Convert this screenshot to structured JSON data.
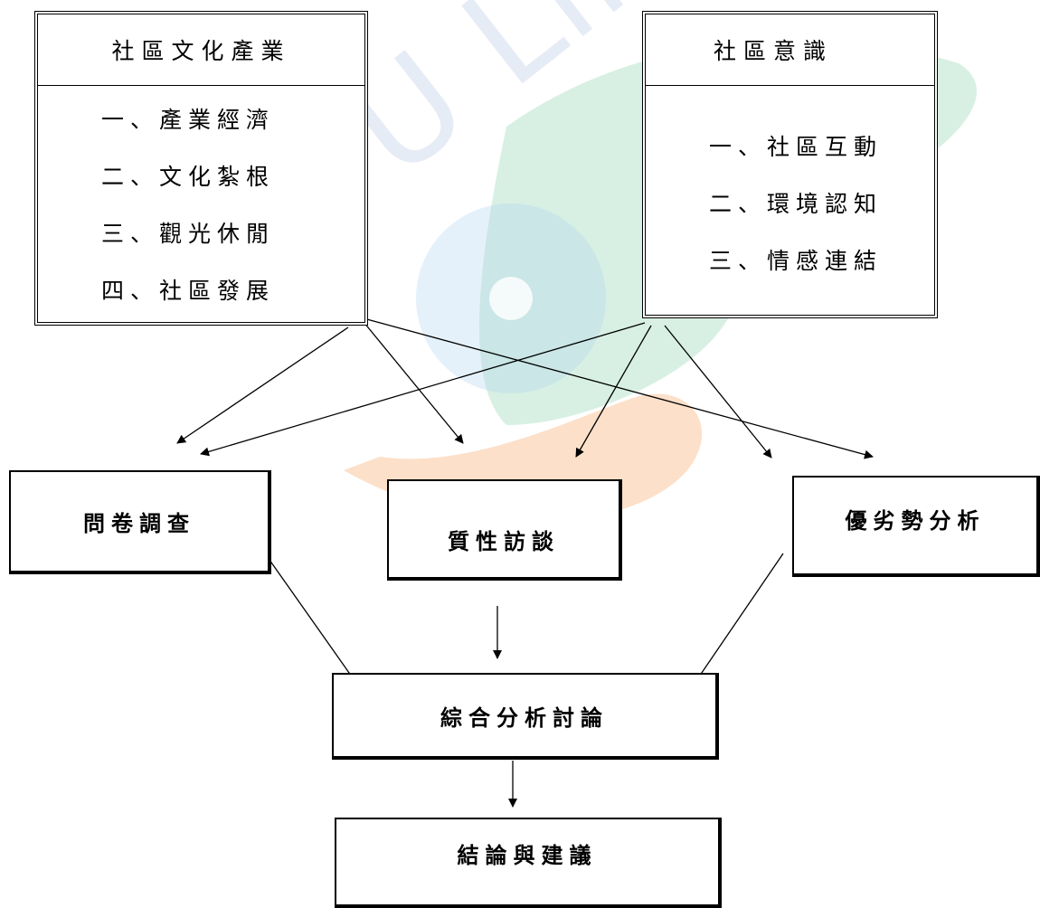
{
  "watermark": {
    "text": "NTU Library"
  },
  "left_box": {
    "title": "社區文化產業",
    "items": [
      "一、產業經濟",
      "二、文化紮根",
      "三、觀光休閒",
      "四、社區發展"
    ]
  },
  "right_box": {
    "title": "社區意識",
    "items": [
      "一、社區互動",
      "二、環境認知",
      "三、情感連結"
    ]
  },
  "methods": {
    "survey": "問卷調查",
    "interview": "質性訪談",
    "swot": "優劣勢分析"
  },
  "synthesis": "綜合分析討論",
  "conclusion": "結論與建議"
}
